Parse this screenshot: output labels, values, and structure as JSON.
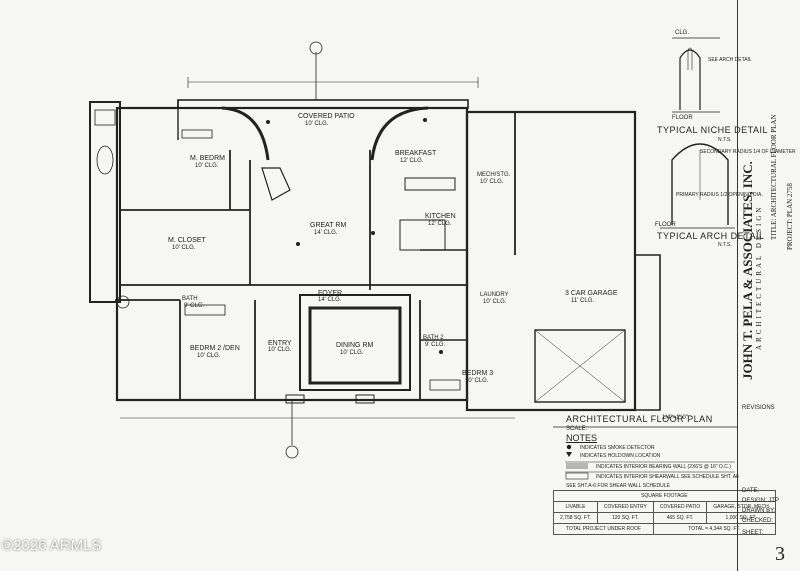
{
  "plan": {
    "title": "ARCHITECTURAL FLOOR PLAN",
    "scale": "SCALE:",
    "scale_value": "1/4\"=1'-0\"",
    "rooms": [
      {
        "id": "covered-patio",
        "name": "COVERED PATIO",
        "clg": "10' CLG."
      },
      {
        "id": "m-bedrm",
        "name": "M. BEDRM",
        "clg": "10' CLG."
      },
      {
        "id": "great-rm",
        "name": "GREAT RM",
        "clg": "14' CLG."
      },
      {
        "id": "breakfast",
        "name": "BREAKFAST",
        "clg": "12' CLG."
      },
      {
        "id": "kitchen",
        "name": "KITCHEN",
        "clg": "12' CLG."
      },
      {
        "id": "mech",
        "name": "MECH/STG.",
        "clg": "10' CLG."
      },
      {
        "id": "m-closet",
        "name": "M. CLOSET",
        "clg": "10' CLG."
      },
      {
        "id": "foyer",
        "name": "FOYER",
        "clg": "14' CLG."
      },
      {
        "id": "laundry",
        "name": "LAUNDRY",
        "clg": "10' CLG."
      },
      {
        "id": "garage",
        "name": "3 CAR GARAGE",
        "clg": "11' CLG."
      },
      {
        "id": "bedrm2",
        "name": "BEDRM 2 /DEN",
        "clg": "10' CLG."
      },
      {
        "id": "entry",
        "name": "ENTRY",
        "clg": "10' CLG."
      },
      {
        "id": "dining",
        "name": "DINING RM",
        "clg": "10' CLG."
      },
      {
        "id": "bath2",
        "name": "BATH 2",
        "clg": "9' CLG."
      },
      {
        "id": "bedrm3",
        "name": "BEDRM 3",
        "clg": "10' CLG."
      },
      {
        "id": "bath",
        "name": "BATH",
        "clg": "9' CLG."
      }
    ]
  },
  "details": {
    "niche_title": "TYPICAL NICHE DETAIL",
    "niche_clg": "CLG.",
    "niche_label": "SEE ARCH DETAIL",
    "arch_title": "TYPICAL ARCH DETAIL",
    "arch_secondary": "SECONDARY RADIUS 1/4 OF DIAMETER",
    "arch_primary": "PRIMARY RADIUS 1/2 OPENING DIA.",
    "floor": "FLOOR",
    "clg": "CLG.",
    "scale": "N.T.S."
  },
  "notes": {
    "title": "NOTES",
    "items": [
      "INDICATES SMOKE DETECTOR",
      "INDICATES HOLDOWN LOCATION",
      "INDICATES INTERIOR BEARING WALL (2x6's @ 16\" O.C.)",
      "INDICATES INTERIOR SHEARWALL SEE SCHEDULE SHT. A6",
      "SEE SHT.A-6 FOR SHEAR WALL SCHEDULE"
    ]
  },
  "sqft": {
    "title": "SQUARE FOOTAGE",
    "headers": [
      "LIVABLE",
      "COVERED ENTRY",
      "COVERED PATIO",
      "GARAGE, STOR, MECH"
    ],
    "values": [
      "2,758 SQ. FT.",
      "120 SQ. FT.",
      "465 SQ. FT.",
      "1,000 SQ. FT."
    ],
    "total_label": "TOTAL PROJECT UNDER ROOF",
    "total_value": "TOTAL = 4,344 SQ. FT."
  },
  "titleblock": {
    "firm": "JOHN T. PELA & ASSOCIATES, INC.",
    "sub": "ARCHITECTURAL DESIGN",
    "title": "TITLE: ARCHITECTURAL FLOOR PLAN",
    "project": "PROJECT: PLAN 2758",
    "revisions": "REVISIONS",
    "date": "DATE:",
    "design": "DESIGN: JTP",
    "drawn": "DRAWN BY:",
    "checked": "CHECKED:",
    "sheet": "SHEET:",
    "sheet_no": "3"
  },
  "watermark": "©2026 ARMLS"
}
